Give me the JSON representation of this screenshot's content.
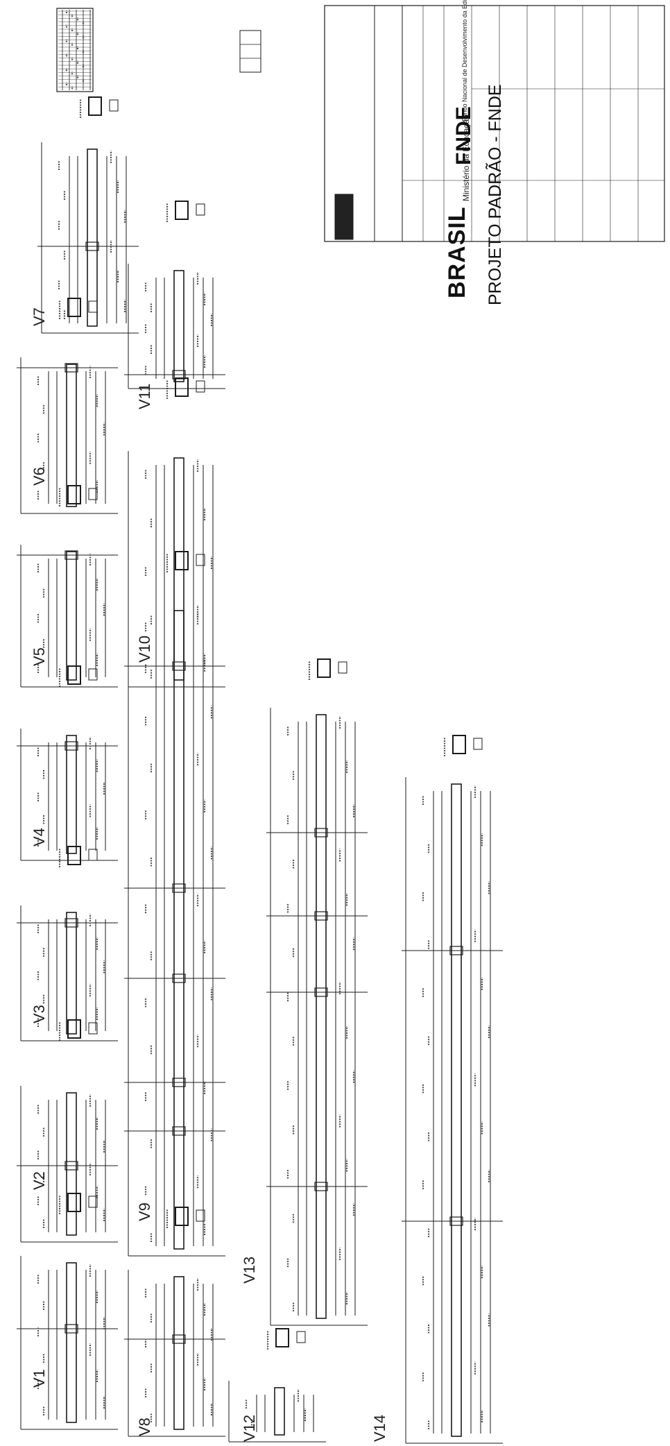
{
  "title_block": {
    "brand": "BRASIL",
    "ministry": "Ministério da Educação",
    "agency": "FNDE",
    "agency_full": "Fundo Nacional de Desenvolvimento da Educação",
    "project_title": "PROJETO PADRÃO - FNDE"
  },
  "beams": [
    "V1",
    "V2",
    "V3",
    "V4",
    "V5",
    "V6",
    "V7",
    "V8",
    "V9",
    "V10",
    "V11",
    "V12",
    "V13",
    "V14"
  ],
  "colors": {
    "ink": "#1a1a1a",
    "paper": "#ffffff",
    "faint": "#555555"
  }
}
